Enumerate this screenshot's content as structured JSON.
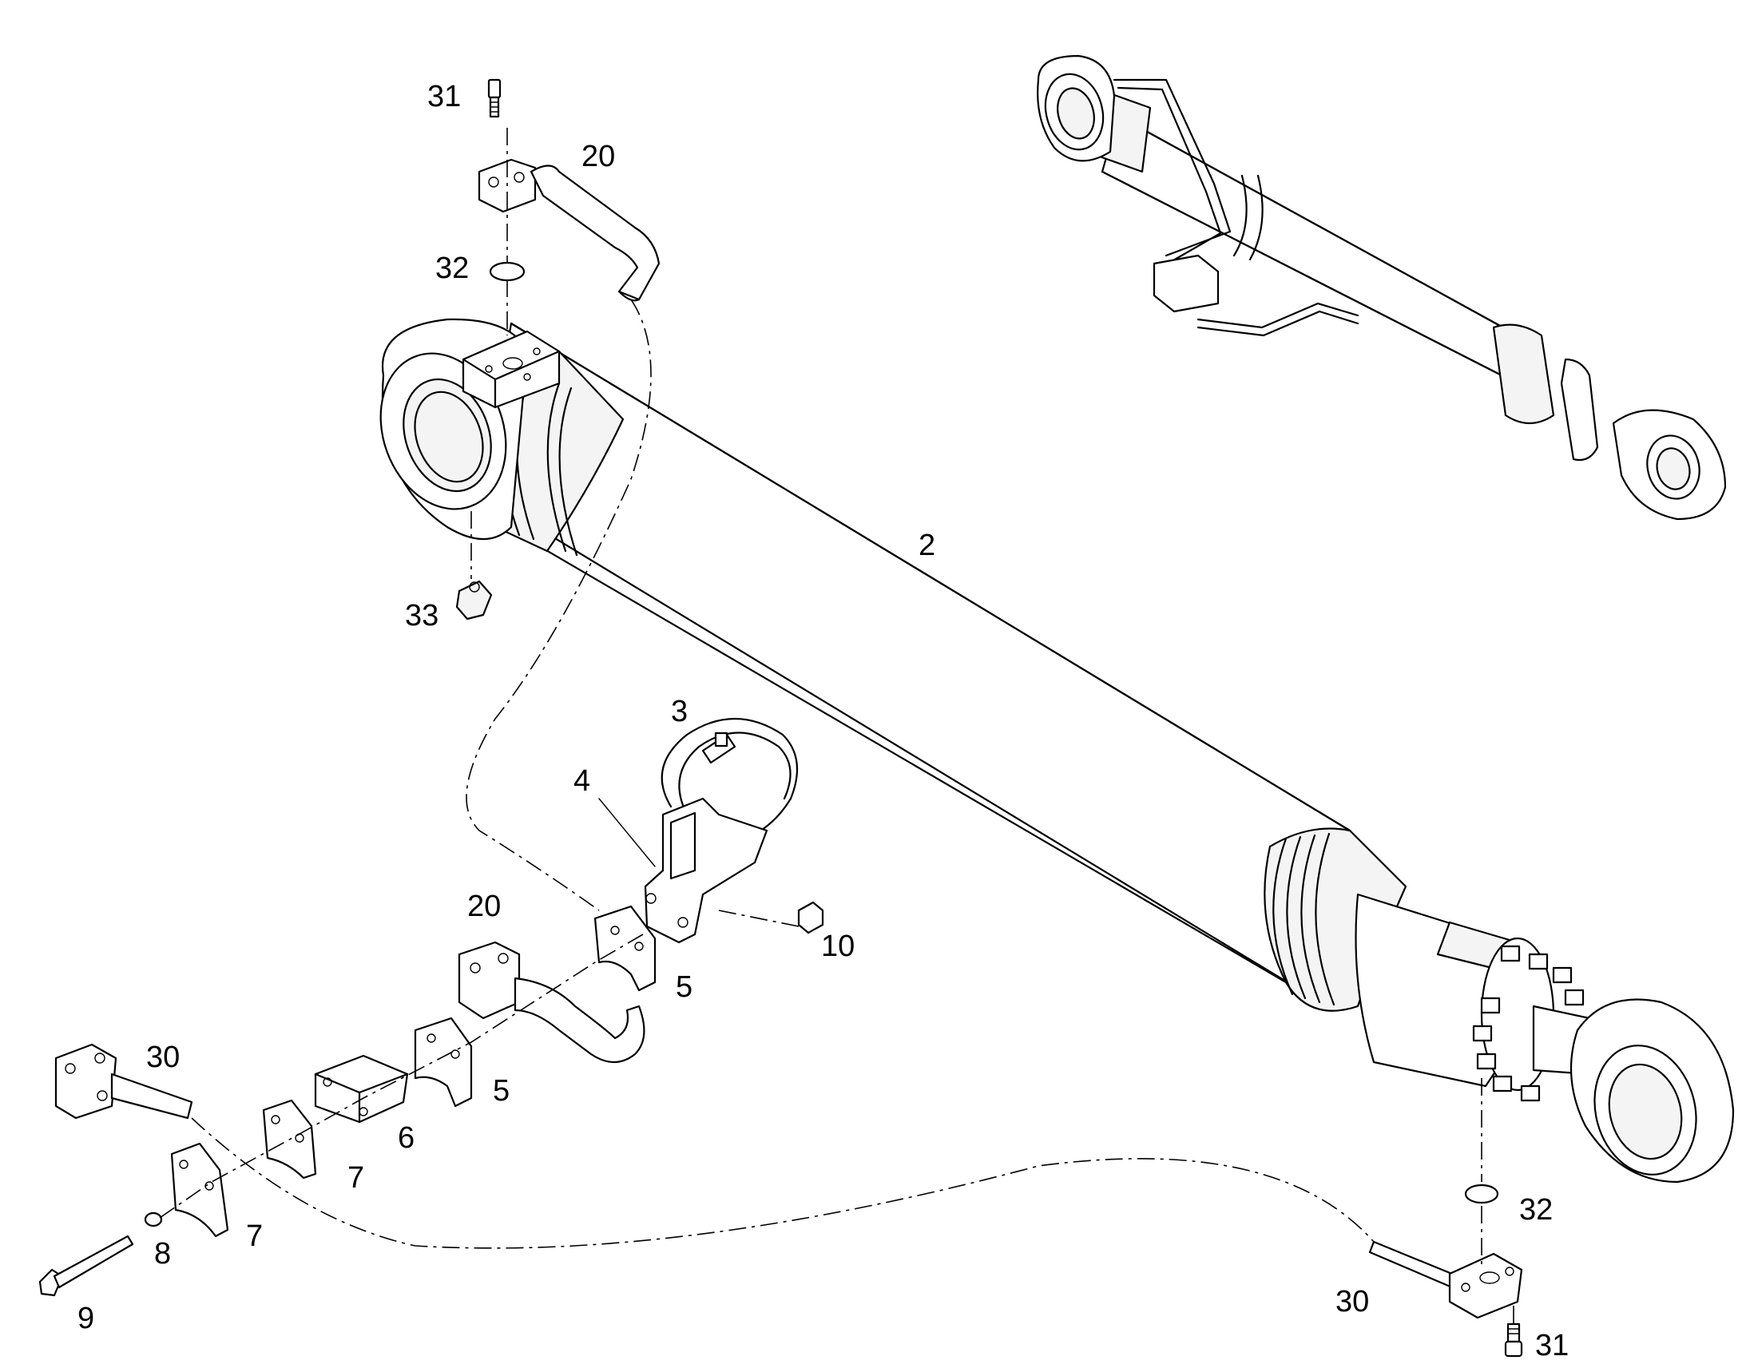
{
  "diagram": {
    "type": "exploded-parts-drawing",
    "callouts": [
      {
        "id": "c-31-top",
        "label": "31"
      },
      {
        "id": "c-20-top",
        "label": "20"
      },
      {
        "id": "c-32-top",
        "label": "32"
      },
      {
        "id": "c-2",
        "label": "2"
      },
      {
        "id": "c-33",
        "label": "33"
      },
      {
        "id": "c-3",
        "label": "3"
      },
      {
        "id": "c-4",
        "label": "4"
      },
      {
        "id": "c-20-mid",
        "label": "20"
      },
      {
        "id": "c-10",
        "label": "10"
      },
      {
        "id": "c-5-a",
        "label": "5"
      },
      {
        "id": "c-30-left",
        "label": "30"
      },
      {
        "id": "c-5-b",
        "label": "5"
      },
      {
        "id": "c-6",
        "label": "6"
      },
      {
        "id": "c-7-a",
        "label": "7"
      },
      {
        "id": "c-7-b",
        "label": "7"
      },
      {
        "id": "c-8",
        "label": "8"
      },
      {
        "id": "c-9",
        "label": "9"
      },
      {
        "id": "c-32-bottom",
        "label": "32"
      },
      {
        "id": "c-30-bottom",
        "label": "30"
      },
      {
        "id": "c-31-bottom",
        "label": "31"
      }
    ]
  }
}
